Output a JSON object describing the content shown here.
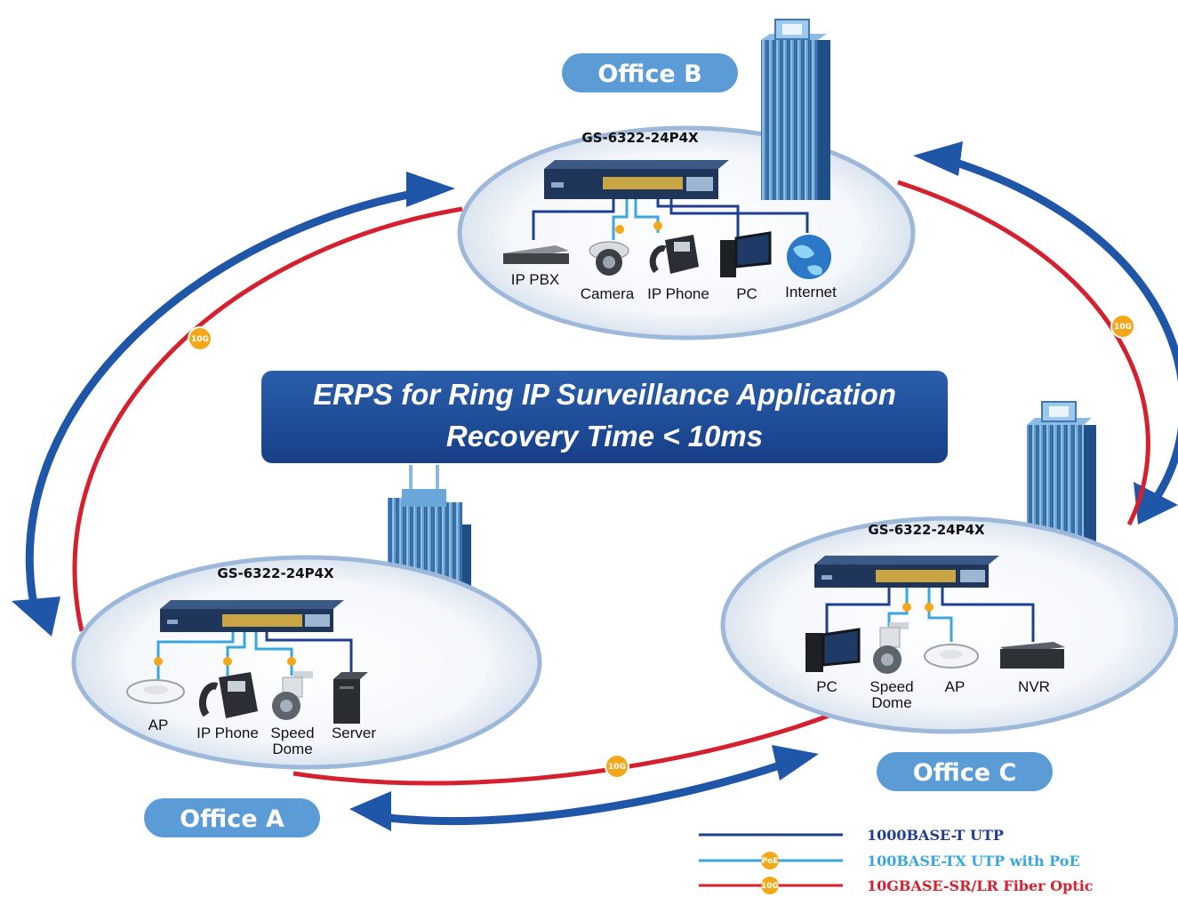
{
  "title": {
    "line1": "ERPS for Ring IP Surveillance Application",
    "line2": "Recovery Time < 10ms"
  },
  "offices": {
    "b": {
      "label": "Office B",
      "switch_model": "GS-6322-24P4X",
      "devices": [
        "IP PBX",
        "Camera",
        "IP Phone",
        "PC",
        "Internet"
      ]
    },
    "a": {
      "label": "Office A",
      "switch_model": "GS-6322-24P4X",
      "devices": [
        "AP",
        "IP Phone",
        "Speed",
        "Dome",
        "Server"
      ]
    },
    "c": {
      "label": "Office C",
      "switch_model": "GS-6322-24P4X",
      "devices": [
        "PC",
        "Speed",
        "Dome",
        "AP",
        "NVR"
      ]
    }
  },
  "badges": {
    "fiber": "10G",
    "poe": "PoE"
  },
  "legend": [
    {
      "label": "1000BASE-T UTP",
      "color": "#1f3f8f",
      "icon": "none"
    },
    {
      "label": "100BASE-TX UTP with PoE",
      "color": "#3aa6dd",
      "icon": "poe-badge"
    },
    {
      "label": "10GBASE-SR/LR Fiber Optic",
      "color": "#d5202f",
      "icon": "10g-badge"
    }
  ],
  "colors": {
    "ring_arrow": "#1f56a8",
    "fiber": "#d5202f",
    "utp": "#1f3f8f",
    "poe": "#3aa6dd",
    "pill": "#5b9bd6",
    "title_box": "#1f4f9e",
    "badge": "#f3a81b"
  }
}
